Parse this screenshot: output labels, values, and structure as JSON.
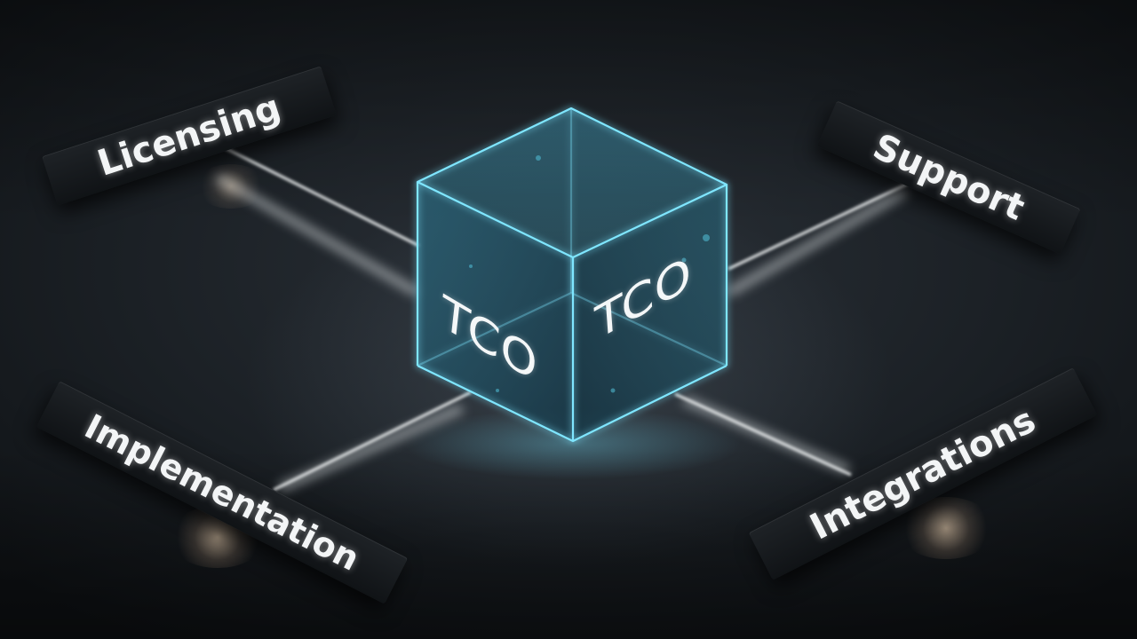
{
  "scene": {
    "center_label_left_face": "TCO",
    "center_label_right_face": "TCO",
    "labels": {
      "licensing": "Licensing",
      "support": "Support",
      "implementation": "Implementation",
      "integrations": "Integrations"
    }
  },
  "colors": {
    "background": "#15191d",
    "cube_edge": "#7fe6ff",
    "cube_fill": "#1c4a5c",
    "label_text": "#f3f5f6",
    "connector_line": "#e6e9ea"
  },
  "icons": [
    "glass-cube"
  ]
}
